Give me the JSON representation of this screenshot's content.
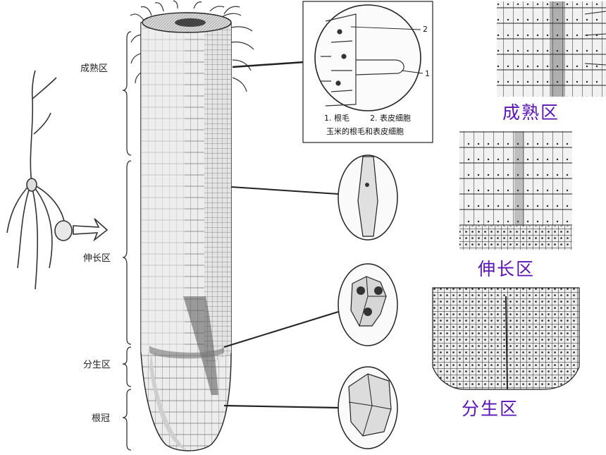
{
  "left_labels": {
    "maturation": "成熟区",
    "elongation": "伸长区",
    "meristem": "分生区",
    "root_cap": "根冠"
  },
  "inset": {
    "marker_1": "1",
    "marker_2": "2",
    "legend_1": "1. 根毛",
    "legend_2": "2. 表皮细胞",
    "caption": "玉米的根毛和表皮细胞"
  },
  "micrograph_labels": {
    "maturation": "成熟区",
    "elongation": "伸长区",
    "meristem": "分生区"
  },
  "colors": {
    "label_purple": "#5a14b4",
    "line_ink": "#222222"
  }
}
